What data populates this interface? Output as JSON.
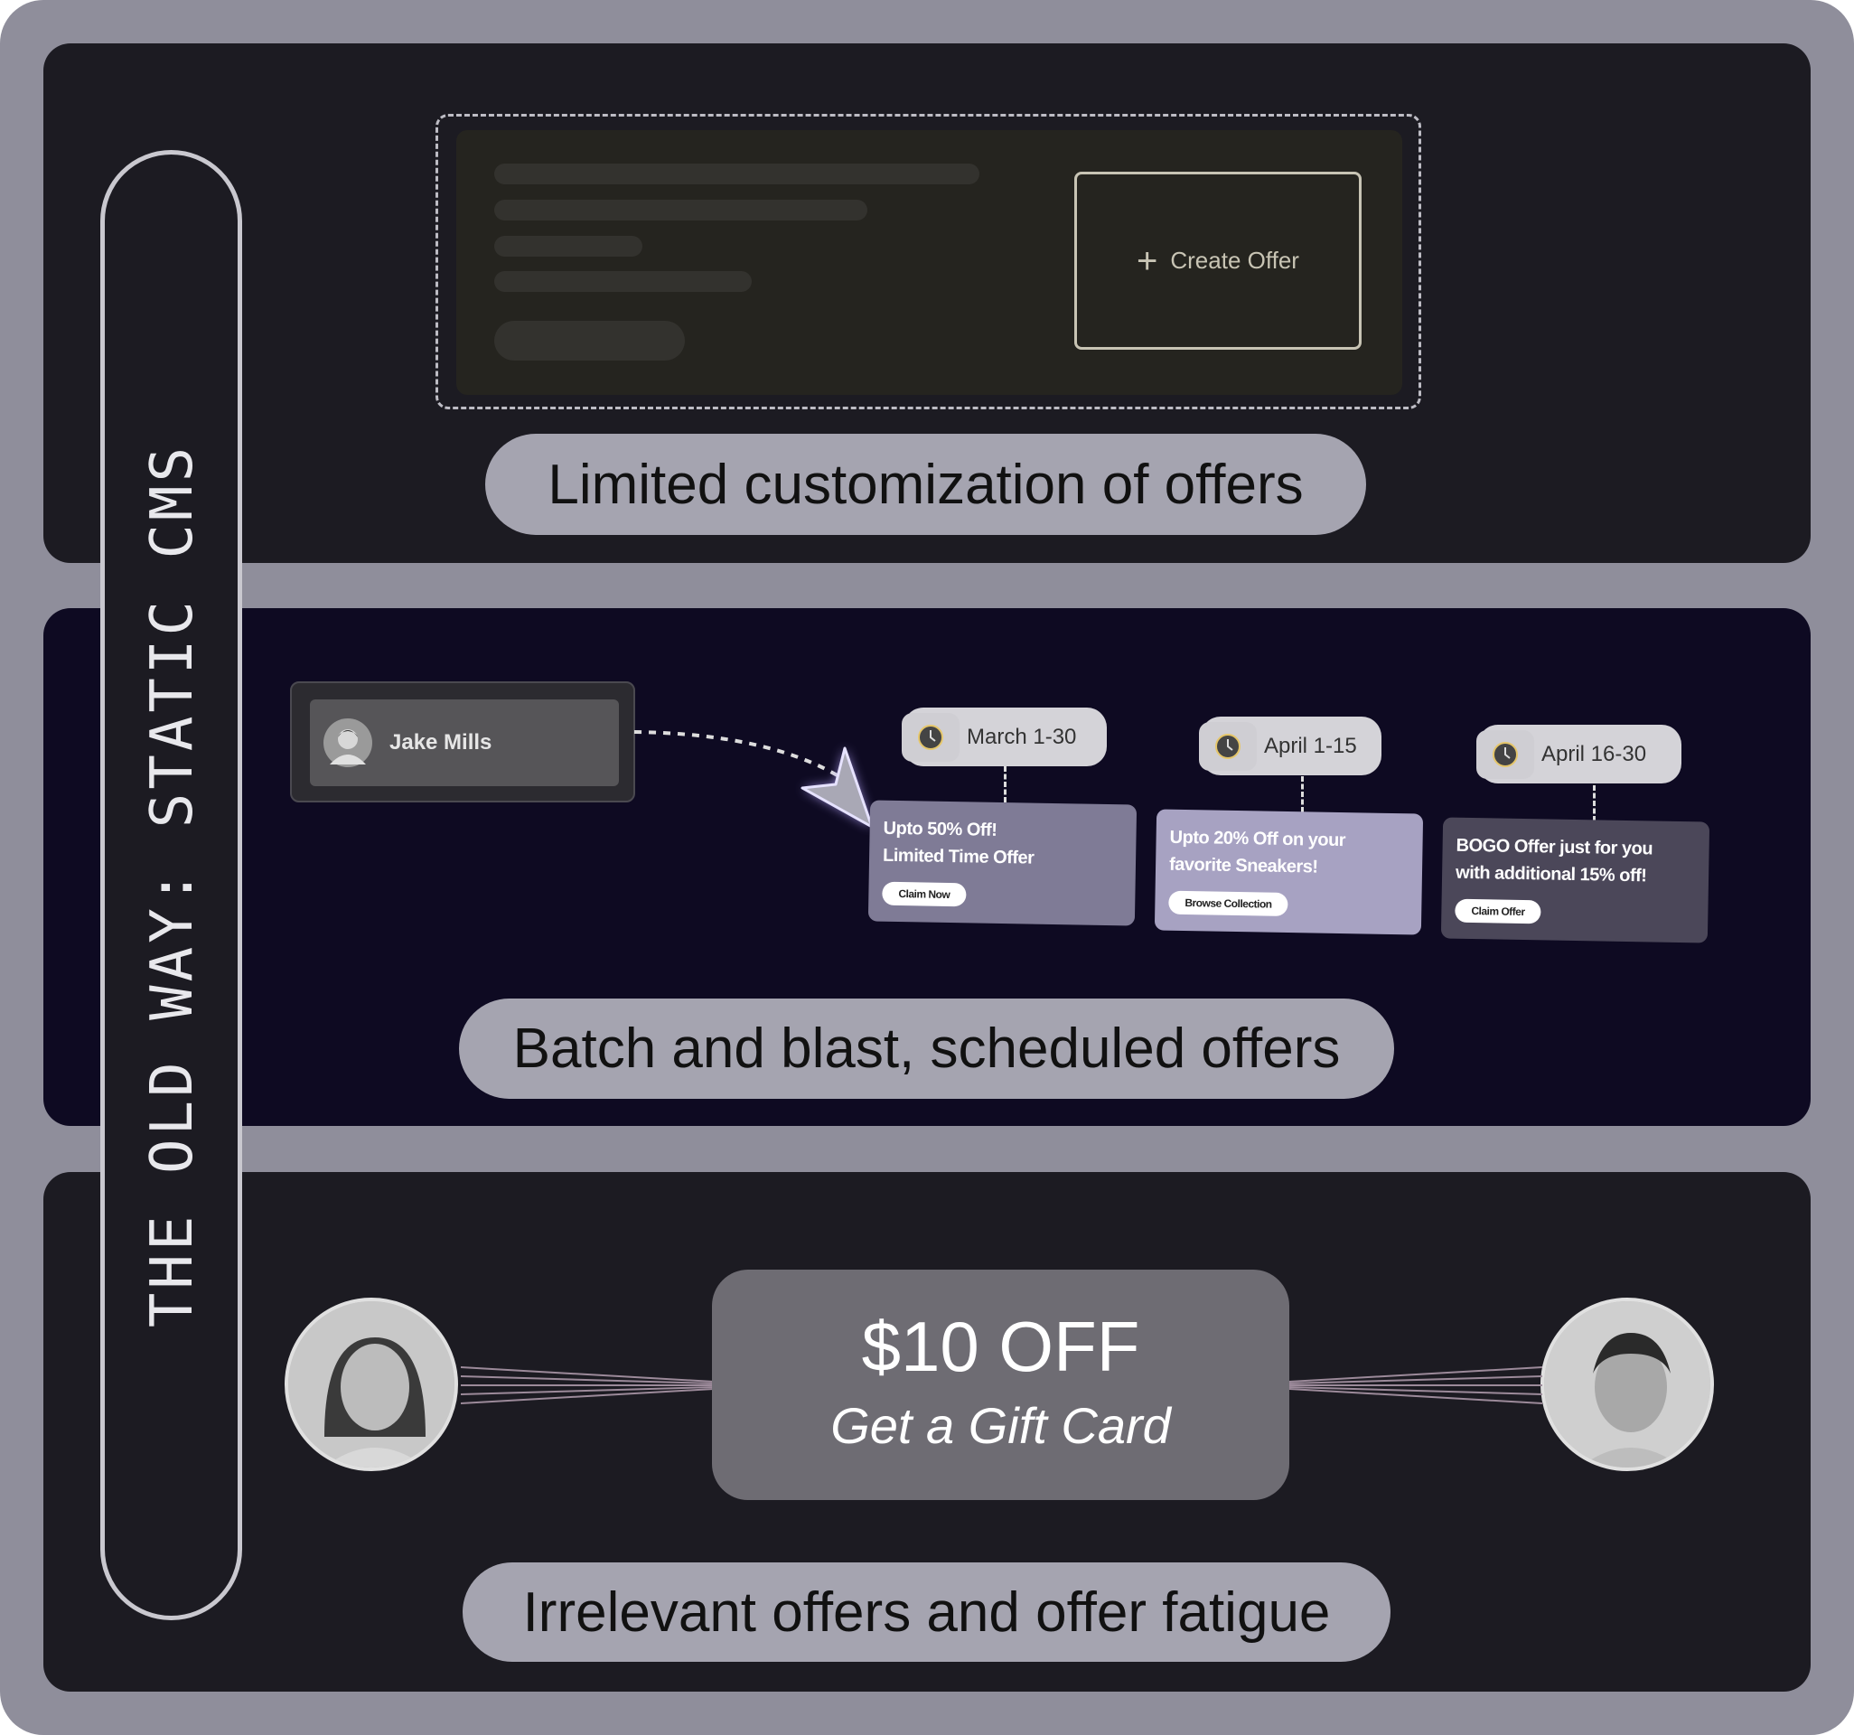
{
  "side_label": "THE OLD WAY: STATIC CMS",
  "section1": {
    "create_button": "Create Offer",
    "plus_icon": "plus-icon",
    "caption": "Limited customization of offers"
  },
  "section2": {
    "user_name": "Jake Mills",
    "schedule": [
      {
        "date": "March 1-30",
        "line1": "Upto 50% Off!",
        "line2": "Limited Time Offer",
        "button": "Claim Now",
        "color": "#7f7b96"
      },
      {
        "date": "April 1-15",
        "line1": "Upto 20% Off on your",
        "line2": "favorite Sneakers!",
        "button": "Browse Collection",
        "color": "#a7a2c2"
      },
      {
        "date": "April 16-30",
        "line1": "BOGO Offer just for you",
        "line2": "with additional 15% off!",
        "button": "Claim Offer",
        "color": "#4b4759"
      }
    ],
    "caption": "Batch and blast, scheduled offers"
  },
  "section3": {
    "offer_title": "$10 OFF",
    "offer_subtitle": "Get a Gift Card",
    "caption": "Irrelevant offers and offer fatigue"
  }
}
